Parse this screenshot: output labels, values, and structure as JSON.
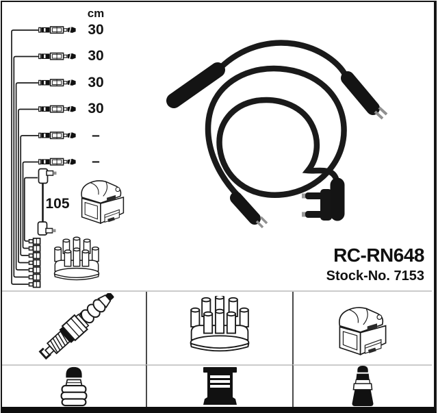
{
  "product": {
    "code": "RC-RN648",
    "stock_line": "Stock-No. 7153"
  },
  "schematic": {
    "unit_header": "cm",
    "cable_rows": [
      {
        "length": "30"
      },
      {
        "length": "30"
      },
      {
        "length": "30"
      },
      {
        "length": "30"
      },
      {
        "length": "–"
      },
      {
        "length": "–"
      }
    ],
    "coil_wire_length": "105"
  },
  "legend": {
    "cells": [
      {
        "icon": "spark-plug-icon"
      },
      {
        "icon": "distributor-cap-icon"
      },
      {
        "icon": "ignition-coil-icon"
      },
      {
        "icon": "spark-plug-boot-icon"
      },
      {
        "icon": "distributor-terminal-boot-icon"
      },
      {
        "icon": "coil-terminal-boot-icon"
      }
    ]
  },
  "colors": {
    "line_art": "#1a1a1a",
    "frame": "#121212",
    "divider_dark": "#4a4a4a",
    "divider_light": "#cbcbcb",
    "background": "#ffffff",
    "metal_pin": "#8f8f8f"
  }
}
